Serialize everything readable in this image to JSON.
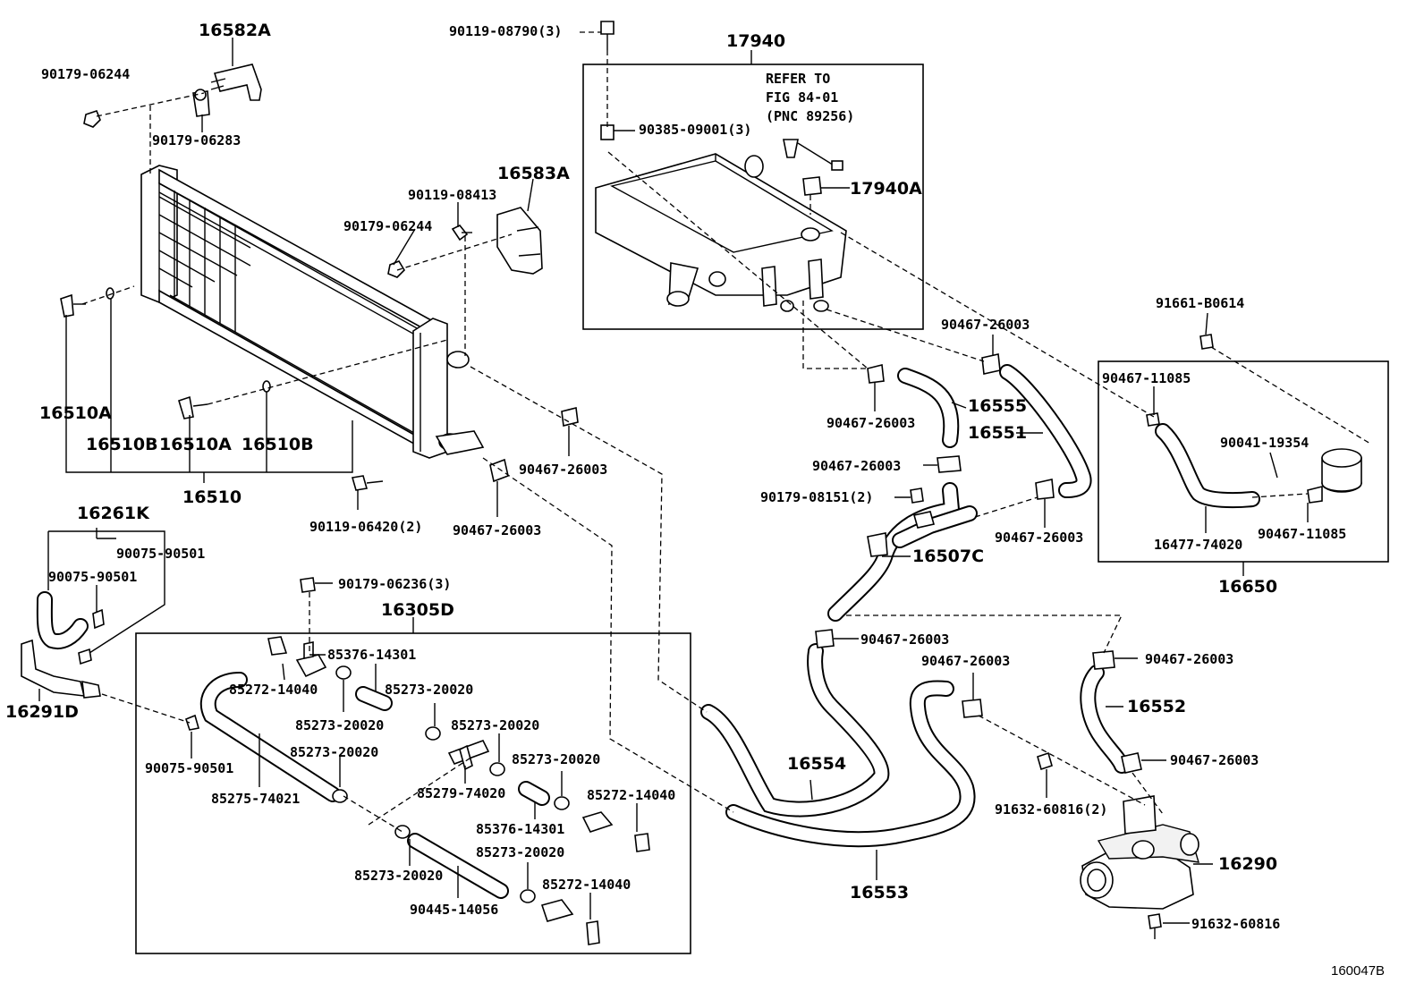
{
  "labels": {
    "p16582A": "16582A",
    "p90179_06244_a": "90179-06244",
    "p90179_06283": "90179-06283",
    "p16583A": "16583A",
    "p90119_08413": "90119-08413",
    "p90179_06244_b": "90179-06244",
    "p16510A_a": "16510A",
    "p16510B_a": "16510B",
    "p16510A_b": "16510A",
    "p16510B_b": "16510B",
    "p16510": "16510",
    "p90119_06420": "90119-06420(2)",
    "p90467_26003_a": "90467-26003",
    "p90467_26003_b": "90467-26003",
    "p90119_08790": "90119-08790(3)",
    "p17940": "17940",
    "p90385_09001": "90385-09001(3)",
    "p17940A": "17940A",
    "p90467_26003_c": "90467-26003",
    "p91661_B0614": "91661-B0614",
    "p90467_26003_d": "90467-26003",
    "p16555": "16555",
    "p16551": "16551",
    "p90467_26003_e": "90467-26003",
    "p90179_08151": "90179-08151(2)",
    "p90467_26003_f": "90467-26003",
    "p16507C": "16507C",
    "p90467_11085_a": "90467-11085",
    "p90041_19354": "90041-19354",
    "p16477_74020": "16477-74020",
    "p90467_11085_b": "90467-11085",
    "p16650": "16650",
    "p16261K": "16261K",
    "p90075_90501_a": "90075-90501",
    "p90075_90501_b": "90075-90501",
    "p16291D": "16291D",
    "p90179_06236": "90179-06236(3)",
    "p16305D": "16305D",
    "p85376_14301_a": "85376-14301",
    "p85272_14040_a": "85272-14040",
    "p85273_20020_a": "85273-20020",
    "p85273_20020_b": "85273-20020",
    "p85273_20020_c": "85273-20020",
    "p85273_20020_d": "85273-20020",
    "p85273_20020_e": "85273-20020",
    "p90075_90501_c": "90075-90501",
    "p85275_74021": "85275-74021",
    "p85279_74020": "85279-74020",
    "p85376_14301_b": "85376-14301",
    "p85272_14040_b": "85272-14040",
    "p85273_20020_f": "85273-20020",
    "p85273_20020_g": "85273-20020",
    "p90445_14056": "90445-14056",
    "p85272_14040_c": "85272-14040",
    "p90467_26003_g": "90467-26003",
    "p90467_26003_h": "90467-26003",
    "p90467_26003_i": "90467-26003",
    "p16552": "16552",
    "p90467_26003_j": "90467-26003",
    "p16554": "16554",
    "p16553": "16553",
    "p91632_60816_a": "91632-60816(2)",
    "p16290": "16290",
    "p91632_60816_b": "91632-60816"
  },
  "note": {
    "line1": "REFER TO",
    "line2": "FIG 84-01",
    "line3": "(PNC 89256)"
  },
  "corner_code": "160047B"
}
